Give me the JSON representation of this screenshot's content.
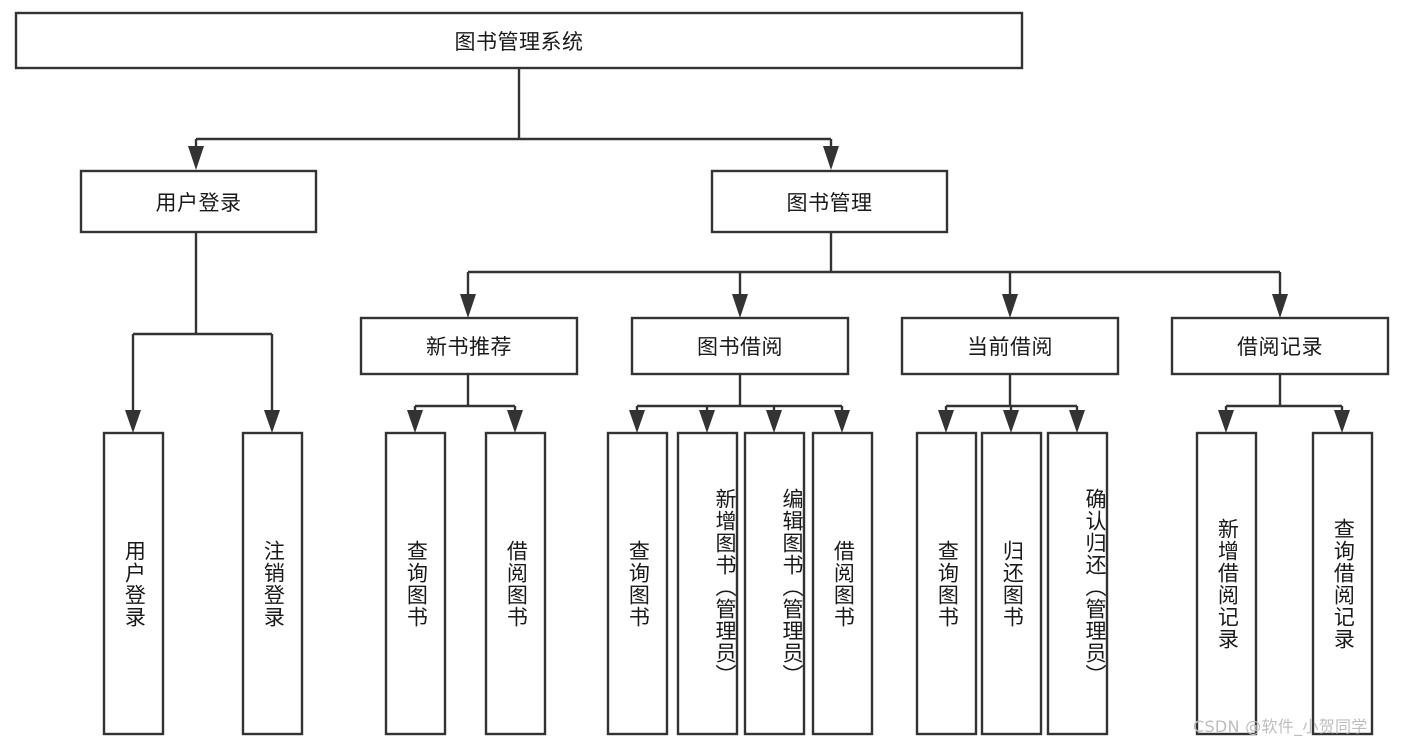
{
  "diagram": {
    "type": "tree-hierarchy-flowchart",
    "title": "图书管理系统",
    "root": {
      "id": "root",
      "label": "图书管理系统"
    },
    "level1": [
      {
        "id": "user-login",
        "label": "用户登录"
      },
      {
        "id": "book-management",
        "label": "图书管理"
      }
    ],
    "level2": [
      {
        "id": "new-book-recommend",
        "label": "新书推荐",
        "parent": "book-management"
      },
      {
        "id": "book-borrow",
        "label": "图书借阅",
        "parent": "book-management"
      },
      {
        "id": "current-borrow",
        "label": "当前借阅",
        "parent": "book-management"
      },
      {
        "id": "borrow-record",
        "label": "借阅记录",
        "parent": "book-management"
      }
    ],
    "leaves": [
      {
        "id": "leaf-user-login",
        "label": "用户登录",
        "parent": "user-login",
        "align": "center"
      },
      {
        "id": "leaf-logout",
        "label": "注销登录",
        "parent": "user-login",
        "align": "center"
      },
      {
        "id": "leaf-query-book-1",
        "label": "查询图书",
        "parent": "new-book-recommend",
        "align": "center"
      },
      {
        "id": "leaf-borrow-book-1",
        "label": "借阅图书",
        "parent": "new-book-recommend",
        "align": "center"
      },
      {
        "id": "leaf-query-book-2",
        "label": "查询图书",
        "parent": "book-borrow",
        "align": "center"
      },
      {
        "id": "leaf-add-book",
        "label": "新增图书（管理员）",
        "parent": "book-borrow",
        "align": "top"
      },
      {
        "id": "leaf-edit-book",
        "label": "编辑图书（管理员）",
        "parent": "book-borrow",
        "align": "top"
      },
      {
        "id": "leaf-borrow-book-2",
        "label": "借阅图书",
        "parent": "book-borrow",
        "align": "center"
      },
      {
        "id": "leaf-query-book-3",
        "label": "查询图书",
        "parent": "current-borrow",
        "align": "center"
      },
      {
        "id": "leaf-return-book",
        "label": "归还图书",
        "parent": "current-borrow",
        "align": "center"
      },
      {
        "id": "leaf-confirm-return",
        "label": "确认归还（管理员）",
        "parent": "current-borrow",
        "align": "top"
      },
      {
        "id": "leaf-add-record",
        "label": "新增借阅记录",
        "parent": "borrow-record",
        "align": "center"
      },
      {
        "id": "leaf-query-record",
        "label": "查询借阅记录",
        "parent": "borrow-record",
        "align": "center"
      }
    ],
    "colors": {
      "box_fill": "#ffffff",
      "box_stroke": "#333333",
      "text": "#1a1a1a",
      "background": "#ffffff",
      "watermark": "#bdbdbd"
    }
  },
  "watermark": {
    "text": "CSDN @软件_小贺同学"
  }
}
